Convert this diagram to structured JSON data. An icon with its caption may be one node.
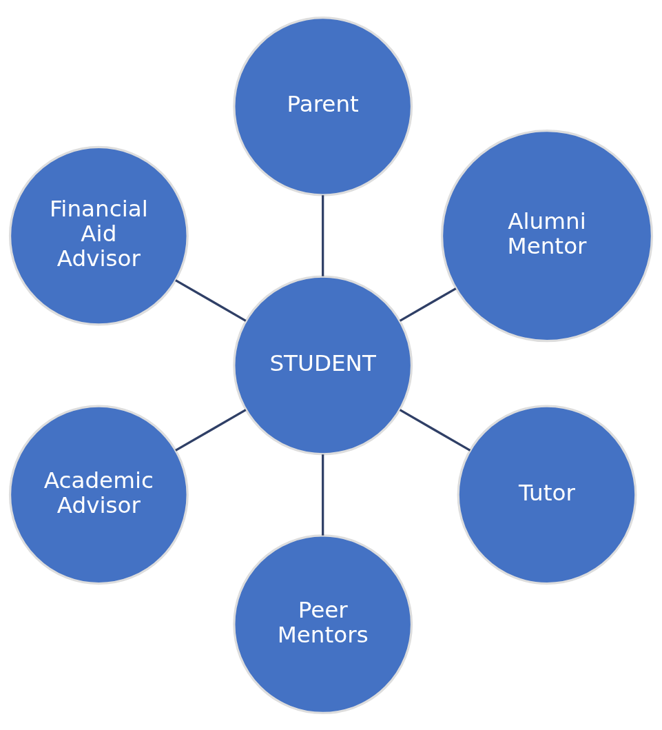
{
  "diagram": {
    "nodes": [
      {
        "text": [
          "Alumni Mentor"
        ]
      },
      {
        "text": [
          "Parent"
        ]
      },
      {
        "text": [
          "Financial Aid Advisor"
        ]
      },
      {
        "text": [
          "STUDENT"
        ]
      },
      {
        "text": [
          "Academic Advisor"
        ]
      },
      {
        "text": [
          "Peer Mentors"
        ]
      },
      {
        "text": [
          "Tutor"
        ]
      }
    ],
    "edges": [
      {
        "from": 3,
        "to": 0,
        "arrow": "none"
      },
      {
        "from": 3,
        "to": 2,
        "arrow": "none"
      },
      {
        "from": 3,
        "to": 5,
        "arrow": "none"
      },
      {
        "from": 3,
        "to": 6,
        "arrow": "none"
      },
      {
        "from": 3,
        "to": 4,
        "arrow": "none"
      },
      {
        "from": 3,
        "to": 1,
        "arrow": "none"
      }
    ]
  }
}
